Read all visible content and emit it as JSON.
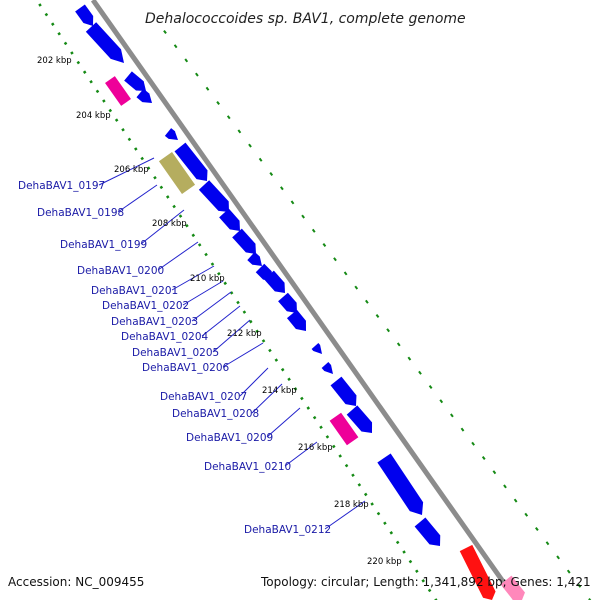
{
  "title": "Dehalococcoides sp. BAV1, complete genome",
  "accession": "Accession: NC_009455",
  "summary": "Topology: circular; Length: 1,341,892 bp; Genes: 1,421",
  "colors": {
    "backbone": "#8c8c8c",
    "cds": "#0000ee",
    "trna": "#ee0099",
    "rrna": "#b5ad5f",
    "red_feature": "#ff1111",
    "pink_feature": "#ff88bb",
    "ruler_dots": "#158a15",
    "label_text": "#1a1aa6",
    "leader": "#2222cc"
  },
  "ticks": [
    "202 kbp",
    "204 kbp",
    "206 kbp",
    "208 kbp",
    "210 kbp",
    "212 kbp",
    "214 kbp",
    "216 kbp",
    "218 kbp",
    "220 kbp"
  ],
  "gene_labels": [
    "DehaBAV1_0197",
    "DehaBAV1_0198",
    "DehaBAV1_0199",
    "DehaBAV1_0200",
    "DehaBAV1_0201",
    "DehaBAV1_0202",
    "DehaBAV1_0203",
    "DehaBAV1_0204",
    "DehaBAV1_0205",
    "DehaBAV1_0206",
    "DehaBAV1_0207",
    "DehaBAV1_0208",
    "DehaBAV1_0209",
    "DehaBAV1_0210",
    "DehaBAV1_0212"
  ]
}
